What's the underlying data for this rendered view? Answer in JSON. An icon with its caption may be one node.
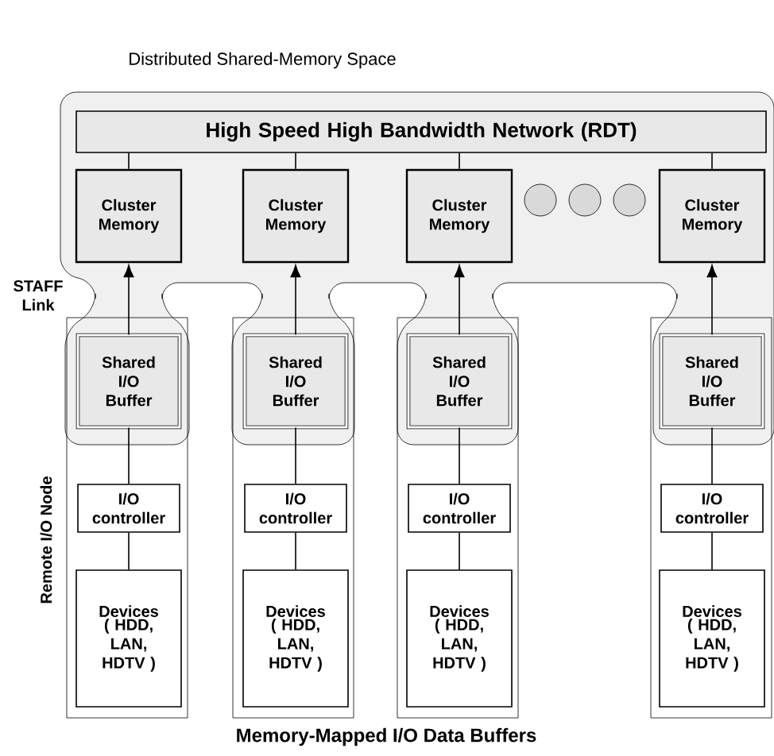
{
  "diagram": {
    "title": "Distributed Shared-Memory Space",
    "caption": "Memory-Mapped I/O Data Buffers",
    "nodes": [
      {
        "text": [
          "High Speed High Bandwidth Network (RDT)"
        ]
      },
      {
        "text": [
          "Cluster Memory"
        ]
      },
      {
        "text": [
          "Cluster Memory"
        ]
      },
      {
        "text": [
          "Cluster Memory"
        ]
      },
      {
        "text": [
          "Cluster Memory"
        ]
      },
      {
        "text": [],
        "shape": "circle"
      },
      {
        "text": [],
        "shape": "circle"
      },
      {
        "text": [],
        "shape": "circle"
      },
      {
        "text": [],
        "shape": "box",
        "beside": [
          "Remote I/O Node"
        ]
      },
      {
        "text": [
          "Shared I/O Buffer"
        ],
        "in": 8
      },
      {
        "text": [
          "I/O controller"
        ],
        "in": 8
      },
      {
        "text": [
          "Devices",
          "( HDD, LAN, HDTV )"
        ],
        "in": 8
      },
      {
        "text": [],
        "shape": "box"
      },
      {
        "text": [
          "Shared I/O Buffer"
        ],
        "in": 12
      },
      {
        "text": [
          "I/O controller"
        ],
        "in": 12
      },
      {
        "text": [
          "Devices",
          "( HDD, LAN, HDTV )"
        ],
        "in": 12
      },
      {
        "text": [],
        "shape": "box"
      },
      {
        "text": [
          "Shared I/O Buffer"
        ],
        "in": 16
      },
      {
        "text": [
          "I/O controller"
        ],
        "in": 16
      },
      {
        "text": [
          "Devices",
          "( HDD, LAN, HDTV )"
        ],
        "in": 16
      },
      {
        "text": [],
        "shape": "box"
      },
      {
        "text": [
          "Shared I/O Buffer"
        ],
        "in": 20
      },
      {
        "text": [
          "I/O controller"
        ],
        "in": 20
      },
      {
        "text": [
          "Devices",
          "( HDD, LAN, HDTV )"
        ],
        "in": 20
      }
    ],
    "edges": [
      {
        "from": 0,
        "to": 1,
        "arrow": "none"
      },
      {
        "from": 0,
        "to": 2,
        "arrow": "none"
      },
      {
        "from": 0,
        "to": 3,
        "arrow": "none"
      },
      {
        "from": 0,
        "to": 4,
        "arrow": "none"
      },
      {
        "from": 9,
        "to": 1,
        "arrow": "to"
      },
      {
        "from": 13,
        "to": 2,
        "arrow": "to"
      },
      {
        "from": 17,
        "to": 3,
        "arrow": "to"
      },
      {
        "from": 21,
        "to": 4,
        "arrow": "to"
      },
      {
        "from": 9,
        "to": 10,
        "arrow": "none"
      },
      {
        "from": 10,
        "to": 11,
        "arrow": "none"
      },
      {
        "from": 13,
        "to": 14,
        "arrow": "none"
      },
      {
        "from": 14,
        "to": 15,
        "arrow": "none"
      },
      {
        "from": 17,
        "to": 18,
        "arrow": "none"
      },
      {
        "from": 18,
        "to": 19,
        "arrow": "none"
      },
      {
        "from": 21,
        "to": 22,
        "arrow": "none"
      },
      {
        "from": 22,
        "to": 23,
        "arrow": "none"
      }
    ],
    "labels": [
      "STAFF Link"
    ]
  }
}
